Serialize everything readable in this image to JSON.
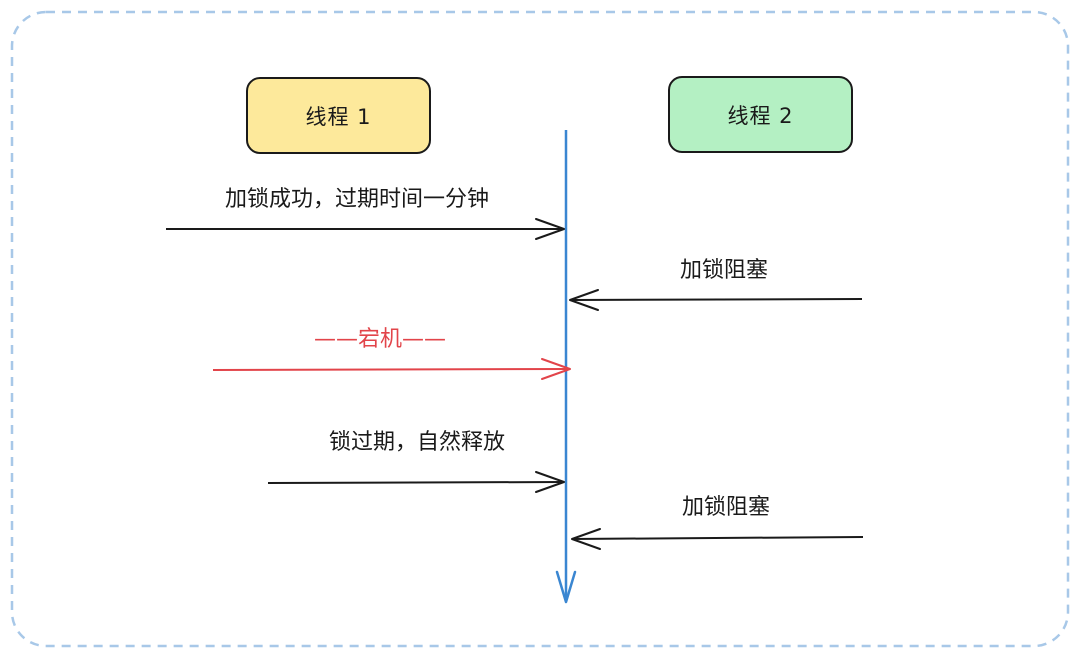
{
  "colors": {
    "frame_border": "#a8c8e8",
    "lifeline": "#3a86d1",
    "arrow": "#1a1a1a",
    "crash": "#e2444a",
    "thread1_fill": "#fde99b",
    "thread2_fill": "#b4f0c3"
  },
  "nodes": {
    "thread1": "线程 1",
    "thread2": "线程 2"
  },
  "messages": [
    {
      "label": "加锁成功，过期时间一分钟",
      "direction": "to-lifeline-from-left",
      "style": "solid-black"
    },
    {
      "label": "加锁阻塞",
      "direction": "to-lifeline-from-right",
      "style": "solid-black"
    },
    {
      "label": "——宕机——",
      "direction": "to-lifeline-from-left",
      "style": "solid-red"
    },
    {
      "label": "锁过期，自然释放",
      "direction": "to-lifeline-from-left",
      "style": "solid-black"
    },
    {
      "label": "加锁阻塞",
      "direction": "to-lifeline-from-right",
      "style": "solid-black"
    }
  ]
}
